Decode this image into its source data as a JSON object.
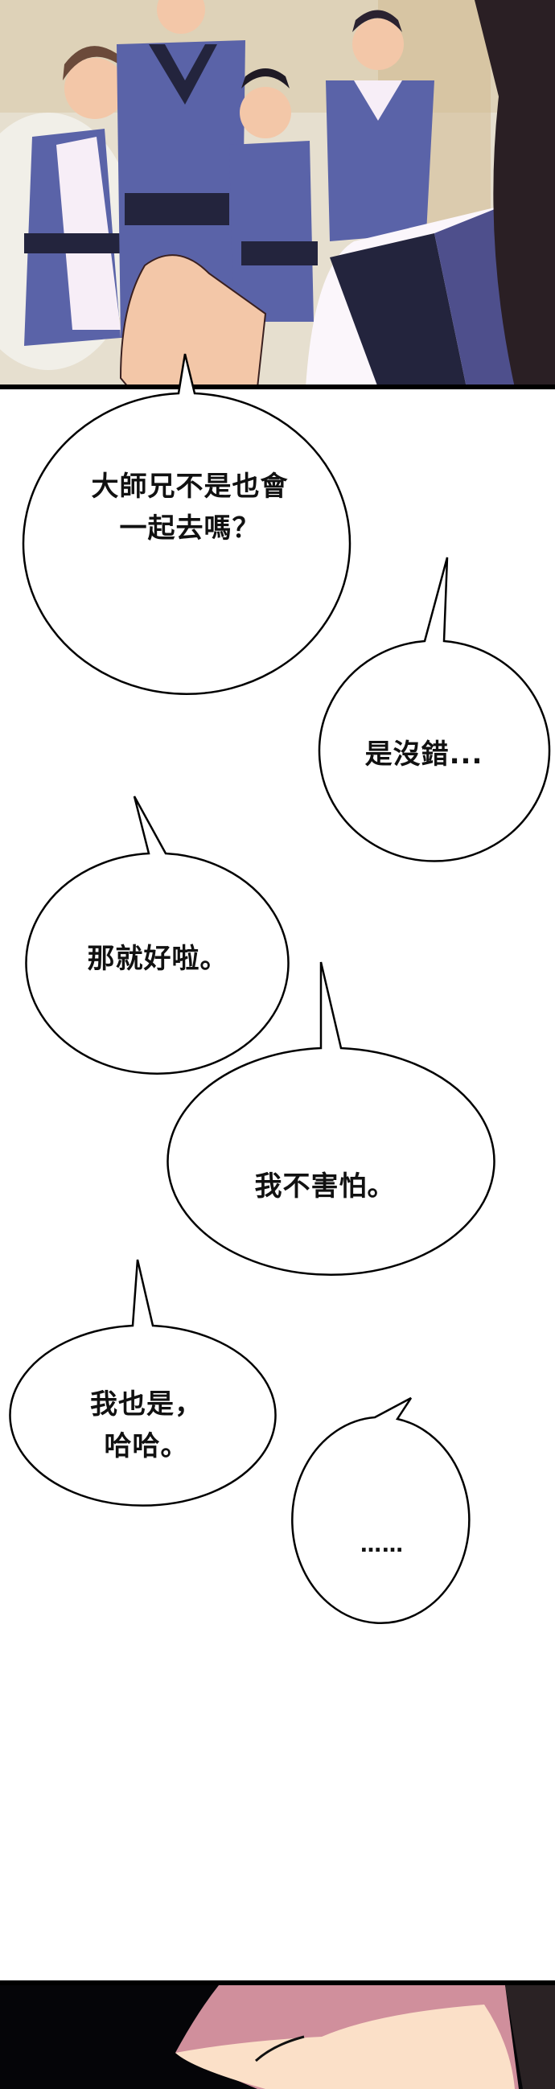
{
  "panels": [
    {
      "name": "disciples-scene",
      "description_colors": {
        "robe": "#5a63a8",
        "robe_dark": "#23243d",
        "skin": "#f3c7a8",
        "background": "#e8e0cf",
        "hair": "#2a2230"
      }
    },
    {
      "name": "closeup-face",
      "description_colors": {
        "hair": "#050508",
        "skin": "#fbe0c8",
        "shadow": "#d08f9c"
      }
    }
  ],
  "dialogue": [
    {
      "lines": [
        "大師兄不是也會",
        "一起去嗎？"
      ]
    },
    {
      "lines": [
        "是沒錯..."
      ]
    },
    {
      "lines": [
        "那就好啦。"
      ]
    },
    {
      "lines": [
        "我不害怕。"
      ]
    },
    {
      "lines": [
        "我也是，",
        "哈哈。"
      ]
    },
    {
      "lines": [
        "……"
      ]
    }
  ]
}
